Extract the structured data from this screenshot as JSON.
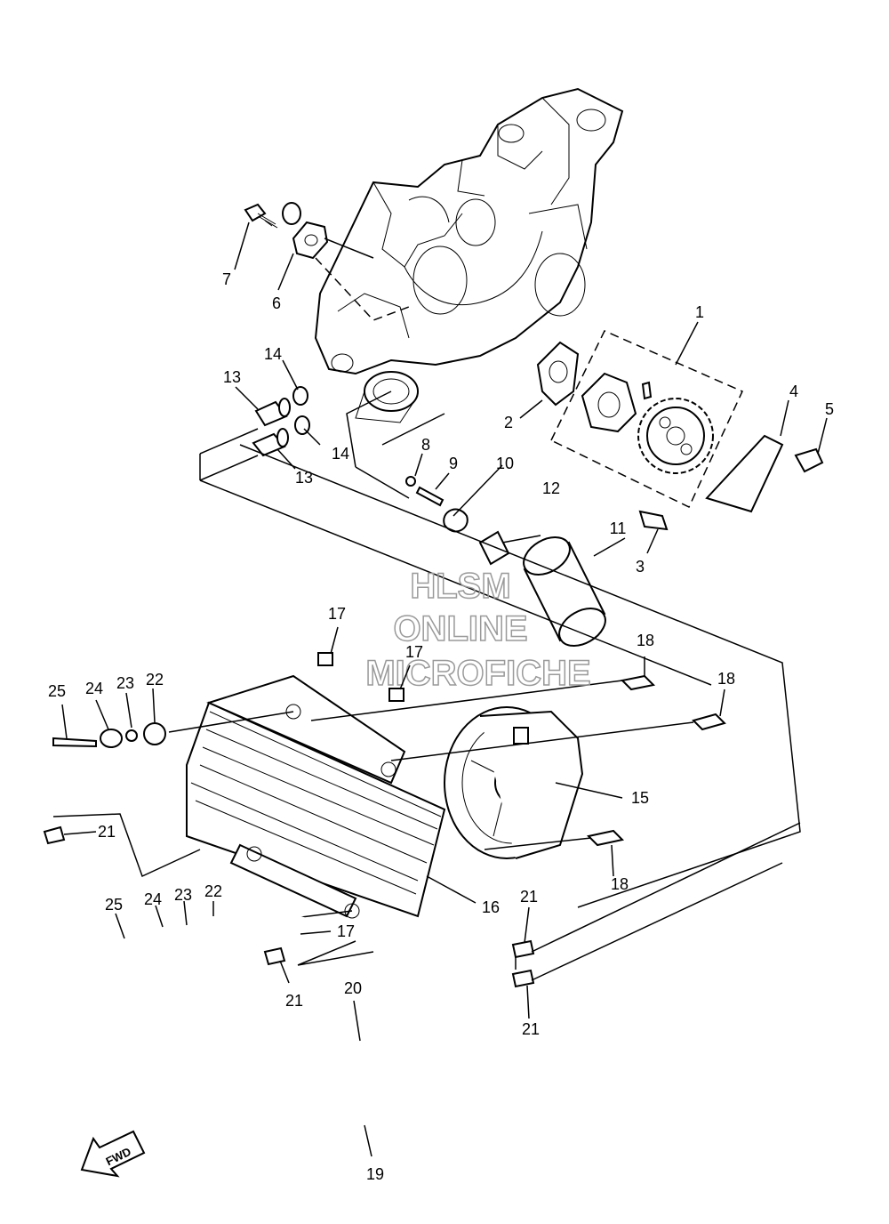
{
  "watermark": {
    "line1": "HLSM",
    "line2": "ONLINE",
    "line3": "MICROFICHE"
  },
  "direction_marker": {
    "text": "FWD"
  },
  "callouts": {
    "c1": "1",
    "c2": "2",
    "c3": "3",
    "c4": "4",
    "c5": "5",
    "c6": "6",
    "c7": "7",
    "c8": "8",
    "c9": "9",
    "c10": "10",
    "c11": "11",
    "c12": "12",
    "c13a": "13",
    "c13b": "13",
    "c14a": "14",
    "c14b": "14",
    "c15": "15",
    "c16": "16",
    "c17a": "17",
    "c17b": "17",
    "c17c": "17",
    "c18a": "18",
    "c18b": "18",
    "c18c": "18",
    "c19": "19",
    "c20": "20",
    "c21a": "21",
    "c21b": "21",
    "c21c": "21",
    "c21d": "21",
    "c22a": "22",
    "c22b": "22",
    "c23a": "23",
    "c23b": "23",
    "c24a": "24",
    "c24b": "24",
    "c25a": "25",
    "c25b": "25"
  }
}
